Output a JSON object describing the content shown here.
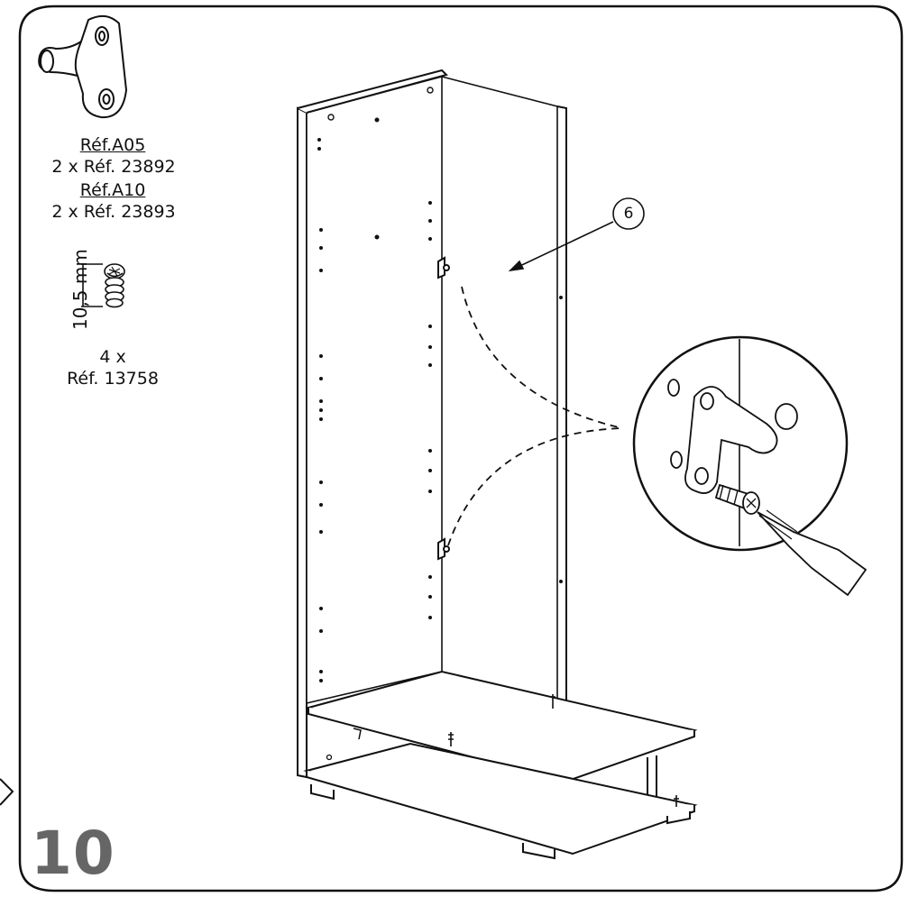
{
  "step": {
    "number": "10"
  },
  "parts": {
    "bracket": {
      "ref_a05": "Réf.A05",
      "qty_a05": "2 x Réf. 23892",
      "ref_a10": "Réf.A10",
      "qty_a10": "2 x Réf. 23893",
      "icon": "bracket-icon"
    },
    "screw": {
      "length": "10,5 mm",
      "qty": "4 x",
      "ref": "Réf. 13758",
      "icon": "screw-icon"
    }
  },
  "callouts": {
    "panel": "6"
  },
  "colors": {
    "line": "#111111",
    "step_number": "#666666",
    "background": "#ffffff"
  }
}
